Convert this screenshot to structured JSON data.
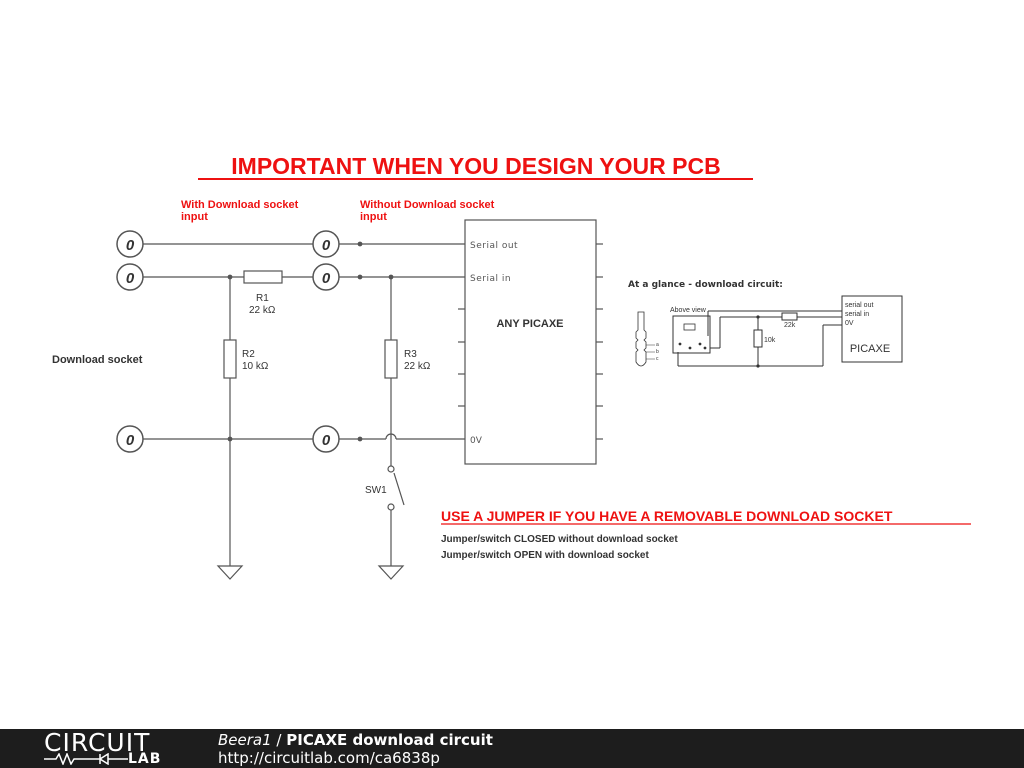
{
  "heading": "IMPORTANT WHEN YOU DESIGN YOUR PCB",
  "labels": {
    "with_socket_line1": "With Download socket",
    "with_socket_line2": "input",
    "without_socket_line1": "Without Download socket",
    "without_socket_line2": "input",
    "download_socket": "Download socket",
    "terminal": "0"
  },
  "components": {
    "r1_name": "R1",
    "r1_value": "22 kΩ",
    "r2_name": "R2",
    "r2_value": "10 kΩ",
    "r3_name": "R3",
    "r3_value": "22 kΩ",
    "sw1_name": "SW1"
  },
  "chip": {
    "name": "ANY PICAXE",
    "pin_serial_out": "Serial out",
    "pin_serial_in": "Serial in",
    "pin_0v": "0V"
  },
  "inset": {
    "title": "At a glance - download circuit:",
    "above_view": "Above view",
    "r_22k": "22k",
    "r_10k": "10k",
    "pin_serial_out": "serial out",
    "pin_serial_in": "serial in",
    "pin_0v": "0V",
    "chip_name": "PICAXE",
    "letter_a": "a",
    "letter_b": "b",
    "letter_c": "c"
  },
  "notes": {
    "jumper_heading": "USE A JUMPER IF YOU HAVE A REMOVABLE DOWNLOAD SOCKET",
    "line1": "Jumper/switch CLOSED without download socket",
    "line2": "Jumper/switch OPEN with download socket"
  },
  "colors": {
    "accent": "#ee1111",
    "wire": "#555555",
    "footer_bg": "#1d1d1d"
  },
  "footer": {
    "logo_main": "CIRCUIT",
    "logo_sub": "LAB",
    "author": "Beera1",
    "separator": " / ",
    "title": "PICAXE download circuit",
    "url": "http://circuitlab.com/ca6838p"
  }
}
